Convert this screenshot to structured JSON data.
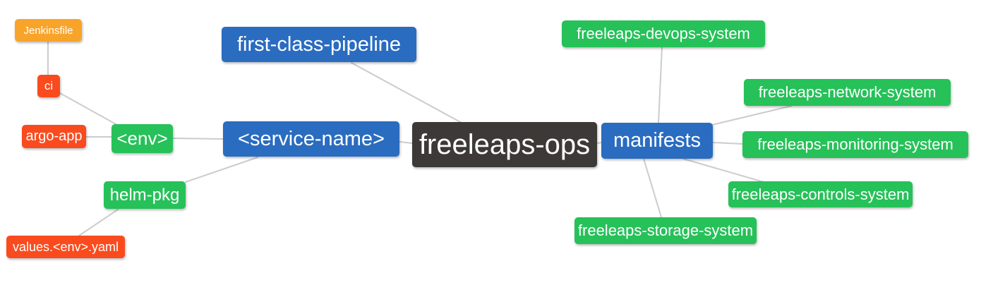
{
  "diagram": {
    "type": "mindmap",
    "background_color": "#ffffff",
    "edge_color": "#cccccc",
    "colors": {
      "root_node": "#3c3936",
      "branch_node": "#2a6cc0",
      "leaf_node": "#26c159",
      "alert_node": "#f94b1e",
      "file_node": "#f8a42a",
      "node_text": "#ffffff"
    },
    "nodes": {
      "freeleaps_ops": {
        "label": "freeleaps-ops"
      },
      "first_class_pipeline": {
        "label": "first-class-pipeline"
      },
      "service_name": {
        "label": "<service-name>"
      },
      "manifests": {
        "label": "manifests"
      },
      "env": {
        "label": "<env>"
      },
      "helm_pkg": {
        "label": "helm-pkg"
      },
      "ci": {
        "label": "ci"
      },
      "jenkinsfile": {
        "label": "Jenkinsfile"
      },
      "argo_app": {
        "label": "argo-app"
      },
      "values_env_yaml": {
        "label": "values.<env>.yaml"
      },
      "devops_system": {
        "label": "freeleaps-devops-system"
      },
      "network_system": {
        "label": "freeleaps-network-system"
      },
      "monitoring_system": {
        "label": "freeleaps-monitoring-system"
      },
      "controls_system": {
        "label": "freeleaps-controls-system"
      },
      "storage_system": {
        "label": "freeleaps-storage-system"
      }
    },
    "edges": [
      {
        "from": "jenkinsfile",
        "to": "ci"
      },
      {
        "from": "ci",
        "to": "env"
      },
      {
        "from": "argo_app",
        "to": "env"
      },
      {
        "from": "env",
        "to": "service_name"
      },
      {
        "from": "helm_pkg",
        "to": "service_name"
      },
      {
        "from": "helm_pkg",
        "to": "values_env_yaml"
      },
      {
        "from": "first_class_pipeline",
        "to": "freeleaps_ops"
      },
      {
        "from": "service_name",
        "to": "freeleaps_ops"
      },
      {
        "from": "freeleaps_ops",
        "to": "manifests"
      },
      {
        "from": "manifests",
        "to": "devops_system"
      },
      {
        "from": "manifests",
        "to": "network_system"
      },
      {
        "from": "manifests",
        "to": "monitoring_system"
      },
      {
        "from": "manifests",
        "to": "controls_system"
      },
      {
        "from": "manifests",
        "to": "storage_system"
      }
    ]
  }
}
